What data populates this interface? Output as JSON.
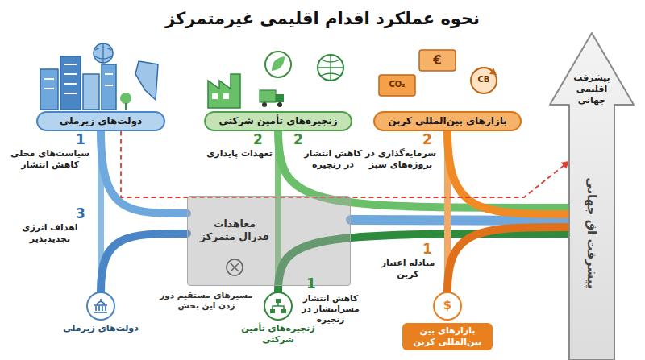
{
  "diagram": {
    "title": "نحوه عملکرد اقدام اقلیمی غیرمتمرکز",
    "nodes": [
      {
        "text": [
          "دولت‌های زیرملی"
        ]
      },
      {
        "text": [
          "زنجیره‌های تأمین شرکتی"
        ]
      },
      {
        "text": [
          "بازارهای بین‌المللی کربن"
        ]
      },
      {
        "text": [
          "معاهدات فدرال متمرکز"
        ]
      },
      {
        "text": [
          "دولت‌های زیرملی"
        ]
      },
      {
        "text": [
          "زنجیره‌های تأمین شرکتی"
        ]
      },
      {
        "text": [
          "بازارهای بین بین‌المللی کربن"
        ]
      },
      {
        "text": [
          "پیشرفت اقلیمی جهانی"
        ]
      }
    ],
    "edges": [
      {
        "from": 0,
        "to": 4,
        "arrow": "none"
      },
      {
        "from": 0,
        "to": 3,
        "arrow": "none"
      },
      {
        "from": 4,
        "to": 3,
        "arrow": "none"
      },
      {
        "from": 3,
        "to": 7,
        "arrow": "none"
      },
      {
        "from": 1,
        "to": 5,
        "arrow": "none"
      },
      {
        "from": 1,
        "to": 7,
        "arrow": "none"
      },
      {
        "from": 5,
        "to": 7,
        "arrow": "none"
      },
      {
        "from": 2,
        "to": 6,
        "arrow": "none"
      },
      {
        "from": 2,
        "to": 7,
        "arrow": "none"
      },
      {
        "from": 6,
        "to": 7,
        "arrow": "none"
      },
      {
        "from": 0,
        "to": 7,
        "arrow": "to"
      }
    ],
    "labels": [
      "1",
      "سیاست‌های محلی کاهش انتشار",
      "3",
      "اهداف انرژی تجدیدپذیر",
      "2",
      "تعهدات پایداری",
      "2",
      "کاهش انتشار در زنجیره",
      "2",
      "سرمایه‌گذاری در پروژه‌های سبز",
      "1",
      "مبادله اعتبار کربن",
      "مسیرهای مستقیم دور زدن این بخش",
      "1",
      "کاهش انتشار مسرانتشار در زنجیره",
      "پیشرفت اق جهانی",
      "CO₂",
      "€",
      "CB",
      "$"
    ]
  }
}
